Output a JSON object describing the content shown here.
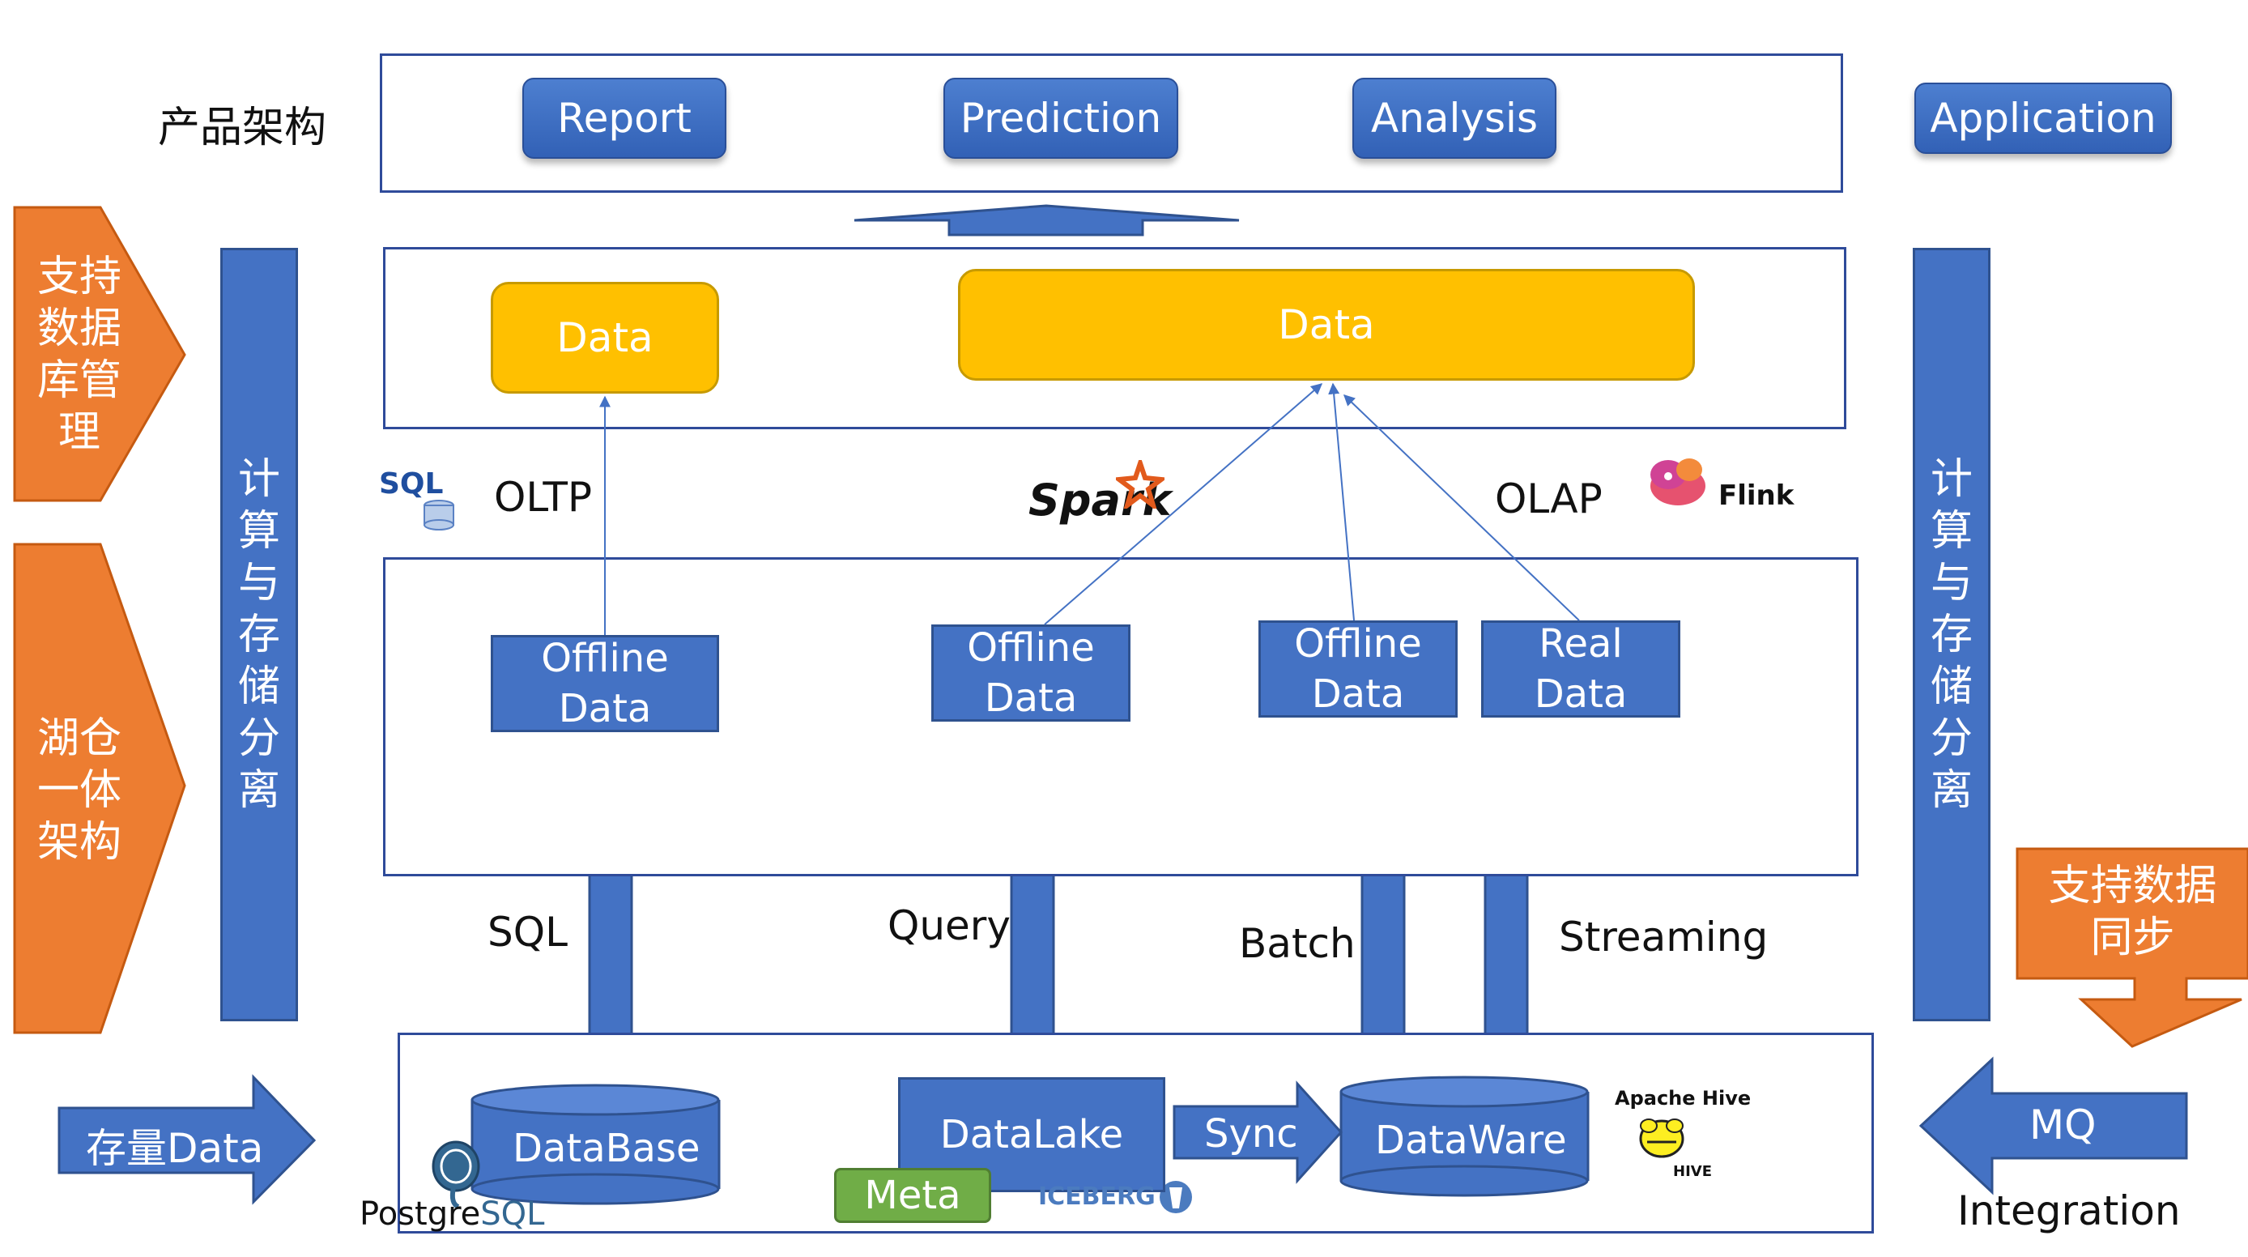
{
  "product_arch": {
    "label": "产品架构"
  },
  "top_buttons": {
    "report": "Report",
    "prediction": "Prediction",
    "analysis": "Analysis",
    "application": "Application"
  },
  "left": {
    "db_manage": [
      "支持",
      "数据",
      "库管",
      "理"
    ],
    "lake_house": [
      "湖仓",
      "一体",
      "架构"
    ],
    "compute_storage": [
      "计",
      "算",
      "与",
      "存",
      "储",
      "分",
      "离"
    ],
    "stock_data": "存量Data"
  },
  "right": {
    "compute_storage": [
      "计",
      "算",
      "与",
      "存",
      "储",
      "分",
      "离"
    ],
    "sync_support": [
      "支持数据",
      "同步"
    ],
    "mq": "MQ",
    "integration": "Integration"
  },
  "serving": {
    "data_left": "Data",
    "data_right": "Data"
  },
  "labels": {
    "sql_logo": "SQL",
    "oltp": "OLTP",
    "spark": "Spark",
    "olap": "OLAP",
    "flink": "Flink"
  },
  "processing": {
    "box1": [
      "Offline",
      "Data"
    ],
    "box2": [
      "Offline",
      "Data"
    ],
    "box3": [
      "Offline",
      "Data"
    ],
    "box4": [
      "Real",
      "Data"
    ]
  },
  "flows": {
    "sql": "SQL",
    "query": "Query",
    "batch": "Batch",
    "streaming": "Streaming"
  },
  "storage": {
    "database": "DataBase",
    "datalake": "DataLake",
    "sync": "Sync",
    "dataware": "DataWare",
    "meta": "Meta",
    "postgresql_prefix": "Postgre",
    "postgresql_suffix": "SQL",
    "iceberg": "ICEBERG",
    "apache_hive": "Apache Hive",
    "hive": "HIVE"
  },
  "colors": {
    "blue": "#4472c4",
    "orange": "#ed7d31",
    "yellow": "#ffc000",
    "green": "#70ad47",
    "frame": "#2f4b9a"
  }
}
